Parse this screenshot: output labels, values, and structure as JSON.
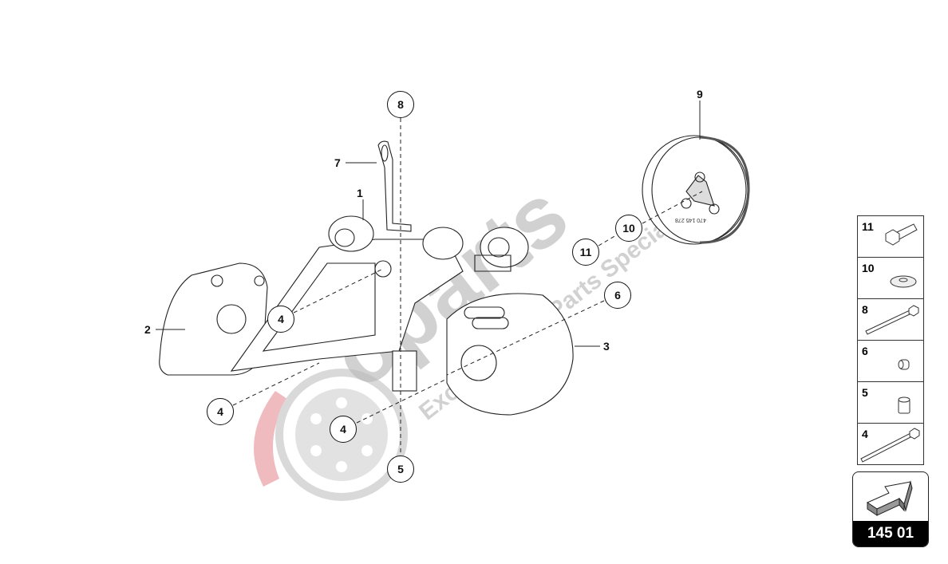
{
  "watermark": {
    "brand": "oparts",
    "tagline": "Exclusive Car Parts Specialist"
  },
  "pulley_marking": "470 145 278",
  "callouts": {
    "c8": "8",
    "c10": "10",
    "c11": "11",
    "c6": "6",
    "c4a": "4",
    "c4b": "4",
    "c4c": "4",
    "c5": "5"
  },
  "labels": {
    "l7": "7",
    "l1": "1",
    "l9": "9",
    "l2": "2",
    "l3": "3"
  },
  "legend": [
    {
      "num": "11",
      "part": "bolt-icon"
    },
    {
      "num": "10",
      "part": "washer-icon"
    },
    {
      "num": "8",
      "part": "long-bolt-icon"
    },
    {
      "num": "6",
      "part": "bushing-icon"
    },
    {
      "num": "5",
      "part": "sleeve-icon"
    },
    {
      "num": "4",
      "part": "long-bolt-icon"
    }
  ],
  "page_number": "145 01",
  "colors": {
    "watermark": "#c9c9c9",
    "accent_red": "#e5848a"
  }
}
